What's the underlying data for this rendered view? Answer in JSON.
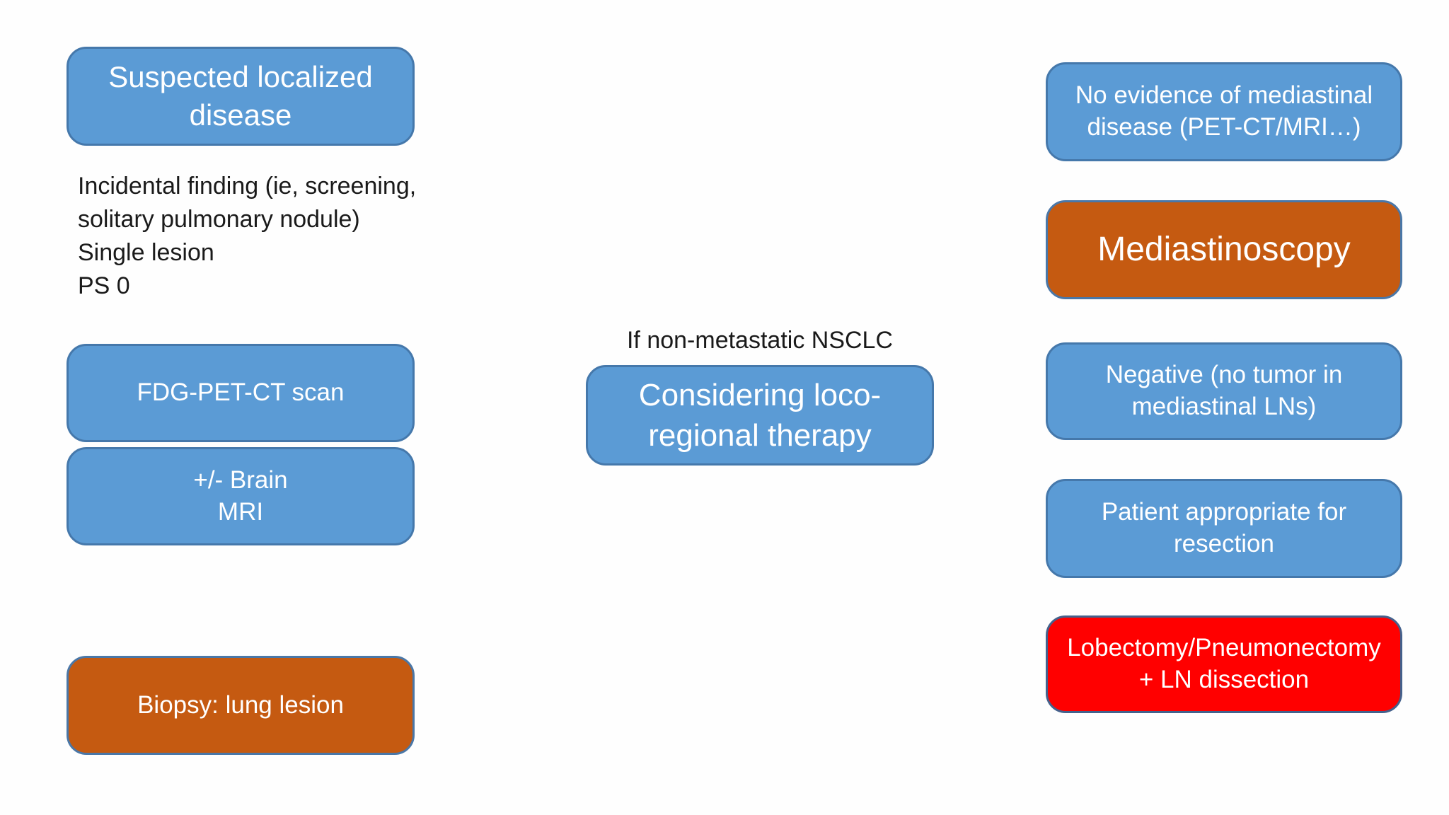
{
  "palette": {
    "box_blue": "#5B9BD5",
    "box_orange": "#C55A11",
    "box_red": "#FF0000",
    "box_border": "#44709E",
    "text_on_box": "#FFFFFF",
    "text_black": "#1A1A1A",
    "background": "#FEFEFE"
  },
  "left_column": {
    "suspected_box": {
      "label": "Suspected localized\ndisease"
    },
    "notes": {
      "text": "Incidental finding (ie, screening,\nsolitary pulmonary nodule)\nSingle lesion\nPS 0"
    },
    "fdg_pet_ct_box": {
      "label": "FDG-PET-CT scan"
    },
    "brain_mri_box": {
      "label": "+/- Brain\nMRI"
    },
    "biopsy_box": {
      "label": "Biopsy: lung lesion"
    }
  },
  "center": {
    "condition_text": "If non-metastatic NSCLC",
    "considering_box": {
      "label": "Considering loco-\nregional therapy"
    }
  },
  "right_column": {
    "no_mediastinal_box": {
      "label": "No evidence of mediastinal\ndisease (PET-CT/MRI…)"
    },
    "mediastinoscopy_box": {
      "label": "Mediastinoscopy"
    },
    "negative_box": {
      "label": "Negative (no tumor in\nmediastinal LNs)"
    },
    "resection_box": {
      "label": "Patient appropriate for\nresection"
    },
    "lobectomy_box": {
      "label": "Lobectomy/Pneumonectomy\n+ LN dissection"
    }
  }
}
